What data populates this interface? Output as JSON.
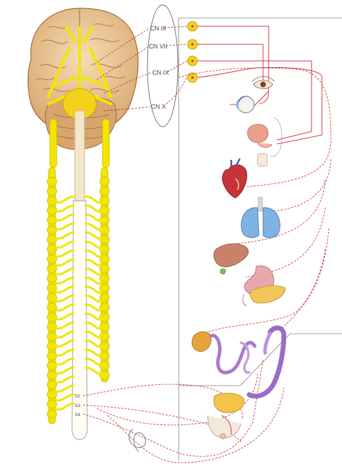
{
  "nerve_labels": {
    "cn3": "CN III",
    "cn7": "CN VII",
    "cn9": "CN IX",
    "cn10": "CN X"
  },
  "sacral_labels": {
    "s2": "S2",
    "s3": "S3",
    "s4": "S4"
  },
  "organs": [
    {
      "id": "eye",
      "icon": "eye-icon"
    },
    {
      "id": "eyeball-cross-section",
      "icon": "eyeball-icon"
    },
    {
      "id": "salivary-glands",
      "icon": "salivary-gland-icon"
    },
    {
      "id": "heart",
      "icon": "heart-icon"
    },
    {
      "id": "lungs",
      "icon": "lungs-icon"
    },
    {
      "id": "liver",
      "icon": "liver-icon"
    },
    {
      "id": "stomach-pancreas",
      "icon": "stomach-icon"
    },
    {
      "id": "intestines",
      "icon": "intestines-icon"
    },
    {
      "id": "colon",
      "icon": "colon-icon"
    },
    {
      "id": "bladder-genitals",
      "icon": "bladder-icon"
    }
  ],
  "colors": {
    "nerve_yellow": "#f2e600",
    "fiber_red": "#d0353f",
    "brain_tan": "#e9c595",
    "ganglion_yellow": "#f4d21c",
    "frame_gray": "#7f7f7f"
  }
}
